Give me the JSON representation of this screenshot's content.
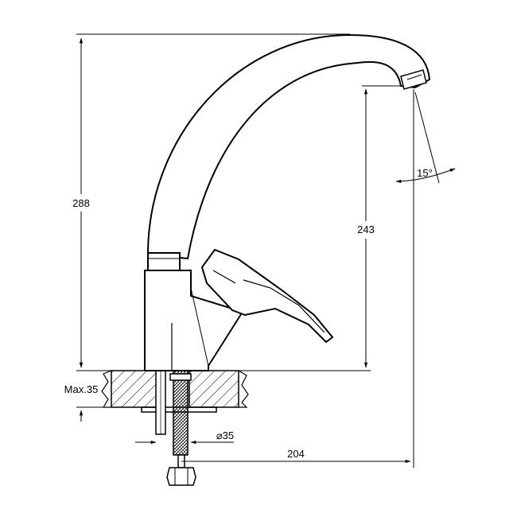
{
  "drawing": {
    "subject": "faucet-technical-drawing",
    "colors": {
      "line": "#000000",
      "background": "#ffffff"
    },
    "dimensions": {
      "total_height": "288",
      "spout_height": "243",
      "spout_reach": "204",
      "max_counter_thickness": "Max.35",
      "hole_diameter": "⌀35",
      "spout_angle": "15°"
    }
  }
}
